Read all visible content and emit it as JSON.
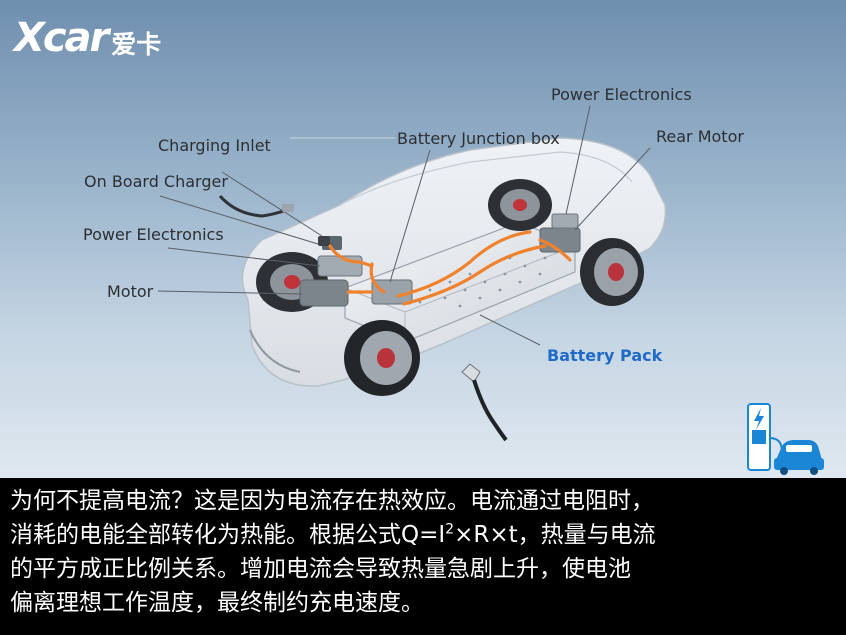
{
  "logo": {
    "mark": "Xcar",
    "text": "爱卡"
  },
  "labels": {
    "power_electronics_top": "Power Electronics",
    "charging_inlet": "Charging Inlet",
    "battery_junction_box": "Battery Junction box",
    "rear_motor": "Rear Motor",
    "on_board_charger": "On Board Charger",
    "power_electronics_left": "Power Electronics",
    "motor": "Motor",
    "battery_pack": "Battery Pack"
  },
  "caption": {
    "line1": "为何不提高电流？这是因为电流存在热效应。电流通过电阻时，",
    "line2_a": "消耗的电能全部转化为热能。根据公式Q=I",
    "line2_sup": "2",
    "line2_b": "×R×t，热量与电流",
    "line3": "的平方成正比例关系。增加电流会导致热量急剧上升，使电池",
    "line4": "偏离理想工作温度，最终制约充电速度。"
  },
  "colors": {
    "cable": "#f0822e",
    "label_highlight": "#1f6bc7",
    "caption_bg": "#000000",
    "charger_icon": "#1c86d6"
  },
  "icons": [
    "charging-station-icon",
    "car-icon",
    "lightning-bolt-icon"
  ]
}
